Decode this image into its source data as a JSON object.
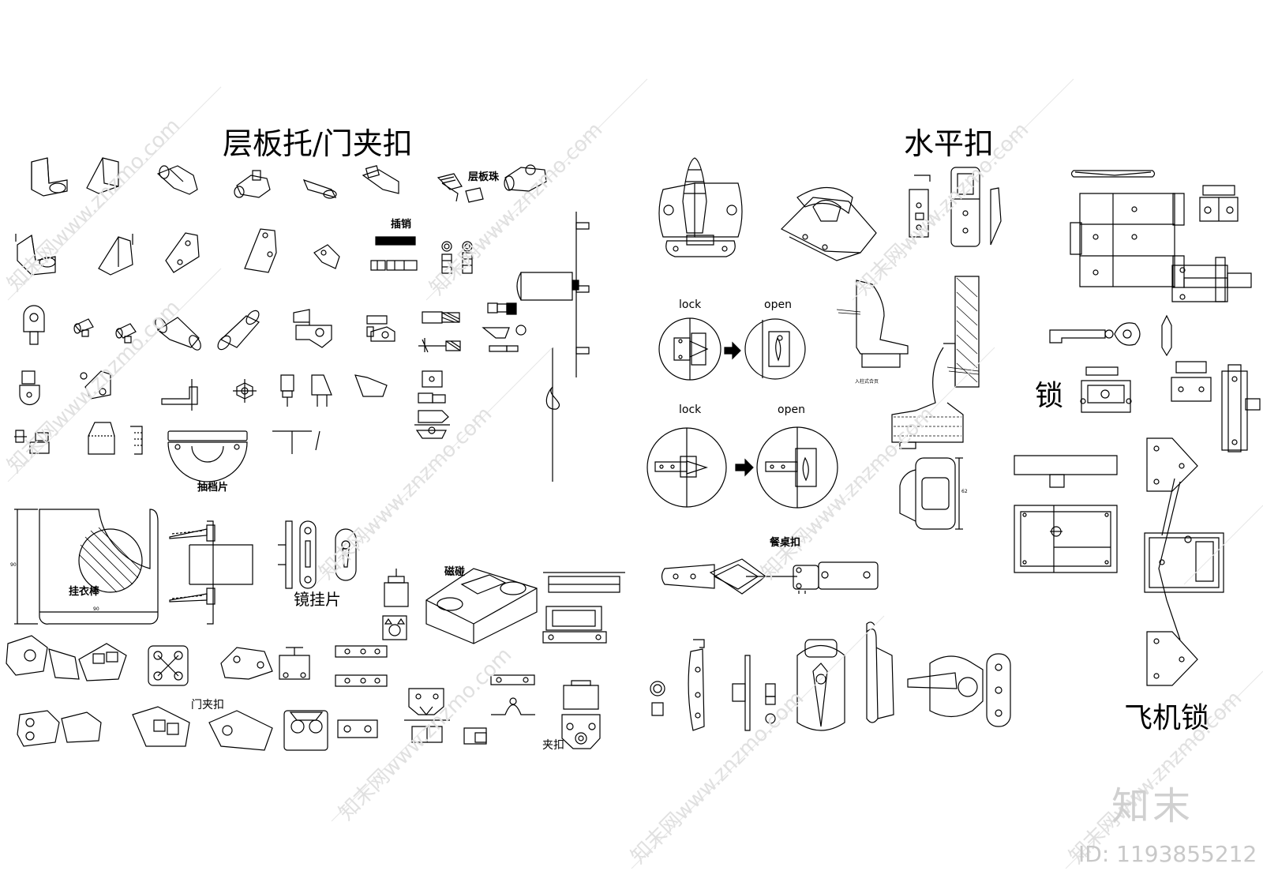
{
  "sections": {
    "shelf_support_title": "层板托/门夹扣",
    "horizontal_latch_title": "水平扣",
    "lock_title": "锁",
    "airplane_lock_title": "飞机锁"
  },
  "labels": {
    "shelf_bead": "层板珠",
    "pin": "插销",
    "drawer_stop": "抽档片",
    "rail_clip": "挂衣棒",
    "mirror_hanger": "镜挂片",
    "magnet_catch": "磁碰",
    "door_clip": "门夹扣",
    "clip": "夹扣",
    "table_latch": "餐桌扣",
    "lock_1": "lock",
    "open_1": "open",
    "lock_2": "lock",
    "open_2": "open",
    "embedded_note": "入柱式合页",
    "dim_90_v": "90",
    "dim_90_h": "90",
    "dim_62": "62"
  },
  "watermark": {
    "brand": "知末",
    "id": "ID: 1193855212",
    "diagonal": "知末网www.znzmo.com"
  }
}
